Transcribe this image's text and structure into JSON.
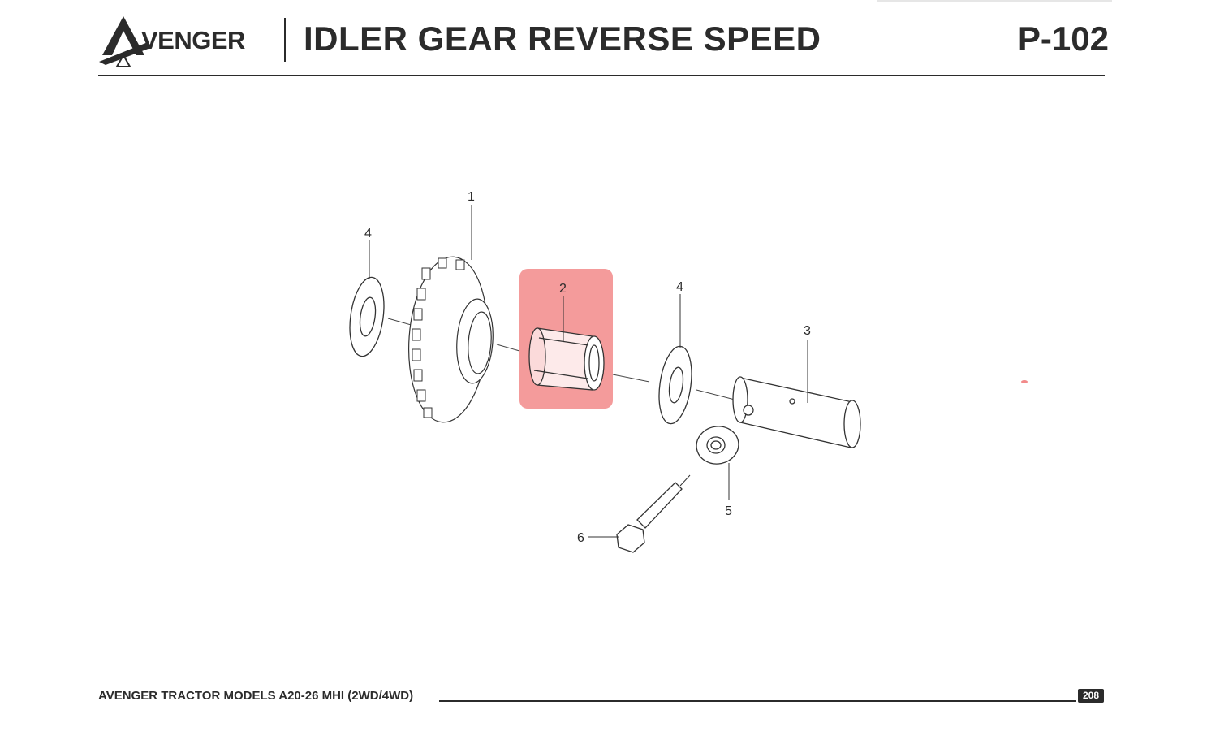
{
  "header": {
    "brand": "AVENGER",
    "title": "IDLER GEAR REVERSE SPEED",
    "page_code": "P-102"
  },
  "diagram": {
    "callouts": [
      "1",
      "2",
      "3",
      "4",
      "4",
      "5",
      "6"
    ],
    "highlight_color": "#f28a8a"
  },
  "footer": {
    "text": "AVENGER TRACTOR MODELS A20-26 MHI (2WD/4WD)",
    "page_number": "208"
  }
}
